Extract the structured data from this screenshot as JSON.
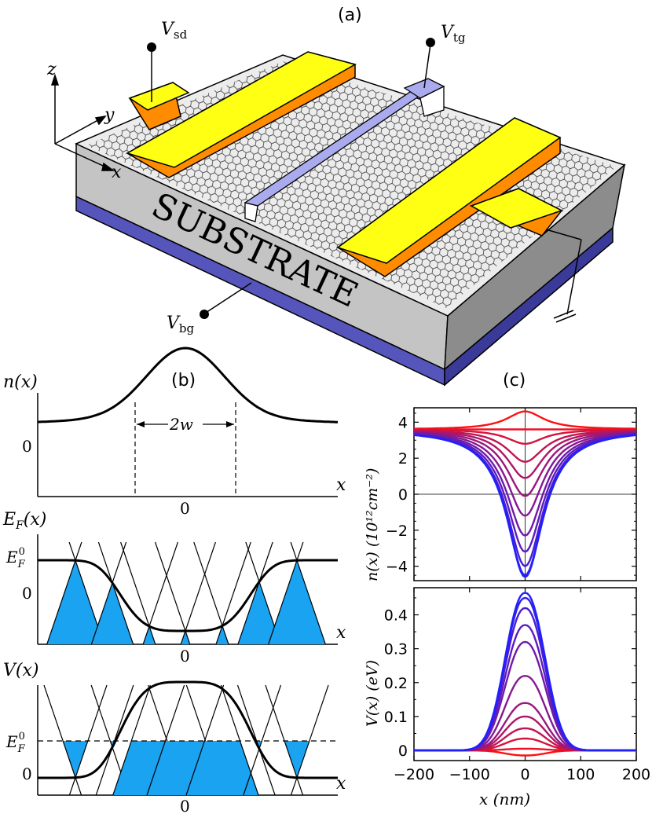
{
  "panels": {
    "a": {
      "label": "(a)",
      "substrate_text": "SUBSTRATE",
      "v_sd": {
        "main": "V",
        "sub": "sd"
      },
      "v_tg": {
        "main": "V",
        "sub": "tg"
      },
      "v_bg": {
        "main": "V",
        "sub": "bg"
      },
      "axes": {
        "x": "x",
        "y": "y",
        "z": "z"
      },
      "colors": {
        "contact_top": "#ffff14",
        "contact_side": "#ff8c00",
        "gate": "#aaaaee",
        "substrate_top": "#e8e8e8",
        "substrate_side": "#c4c4c4",
        "substrate_dark": "#8c8c8c",
        "backgate": "#5555bb"
      }
    },
    "b": {
      "label": "(b)",
      "n_label": "n(x)",
      "ef_label": "E_F(x)",
      "v_label": "V(x)",
      "x_label": "x",
      "zero": "0",
      "width_label": "2w",
      "ef0": {
        "main": "E",
        "sub": "F",
        "sup": "0"
      },
      "cone_color": "#1aa3f0"
    },
    "c": {
      "label": "(c)",
      "top_ylabel": "n(x)  (10¹²cm⁻²)",
      "bottom_ylabel": "V(x)  (eV)",
      "xlabel": "x  (nm)",
      "colors": {
        "low": "#ff1010",
        "high": "#2020ff"
      }
    }
  },
  "chart_data": [
    {
      "type": "line",
      "title": "",
      "xlabel": "",
      "ylabel": "n(x)  (10¹²cm⁻²)",
      "xlim": [
        -200,
        200
      ],
      "ylim": [
        -4.8,
        4.8
      ],
      "yticks": [
        -4,
        -2,
        0,
        2,
        4
      ],
      "xticks": [
        -200,
        -100,
        0,
        100,
        200
      ],
      "x_tick_labels_shown": false,
      "baseline": 3.6,
      "center_values": [
        4.6,
        3.6,
        2.8,
        1.8,
        0.9,
        -0.1,
        -1.2,
        -2.3,
        -3.2,
        -4.0,
        -4.5,
        -4.6
      ],
      "description": "family of curves n(x) centred at x=0, colour red to blue"
    },
    {
      "type": "line",
      "title": "",
      "xlabel": "x  (nm)",
      "ylabel": "V(x)  (eV)",
      "xlim": [
        -200,
        200
      ],
      "ylim": [
        -0.03,
        0.48
      ],
      "yticks": [
        0,
        0.1,
        0.2,
        0.3,
        0.4
      ],
      "ytick_labels": [
        "0",
        "0.1",
        "0.2",
        "0.3",
        "0.4"
      ],
      "xticks": [
        -200,
        -100,
        0,
        100,
        200
      ],
      "xtick_labels": [
        "−200",
        "−100",
        "0",
        "100",
        "200"
      ],
      "center_values": [
        -0.015,
        0.005,
        0.035,
        0.065,
        0.1,
        0.14,
        0.22,
        0.32,
        0.37,
        0.42,
        0.45,
        0.465
      ],
      "description": "family of curves V(x) centred at x=0, colour red to blue"
    }
  ]
}
